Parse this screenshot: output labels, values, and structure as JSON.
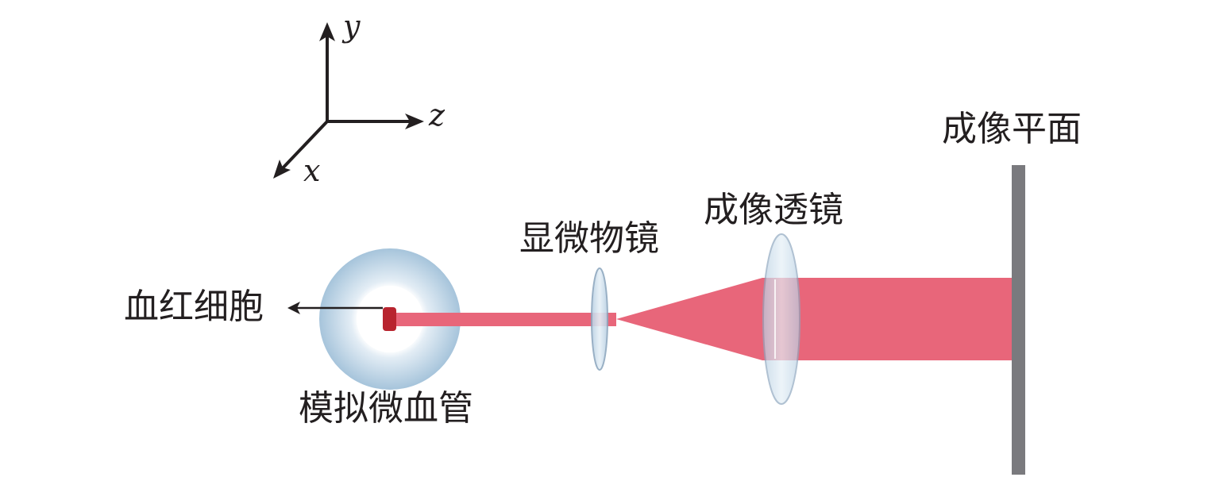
{
  "axes": {
    "x": "x",
    "y": "y",
    "z": "z"
  },
  "labels": {
    "rbc": "血红细胞",
    "vessel": "模拟微血管",
    "objective": "显微物镜",
    "imaging_lens": "成像透镜",
    "image_plane": "成像平面"
  },
  "colors": {
    "beam": "#e8667a",
    "vessel_outer": "#a9c6dc",
    "lens_fill": "#cfe0ee",
    "lens_edge": "#8fa8bf",
    "cell": "#b8242f",
    "plane": "#7a7a7e",
    "ink": "#231f20"
  }
}
